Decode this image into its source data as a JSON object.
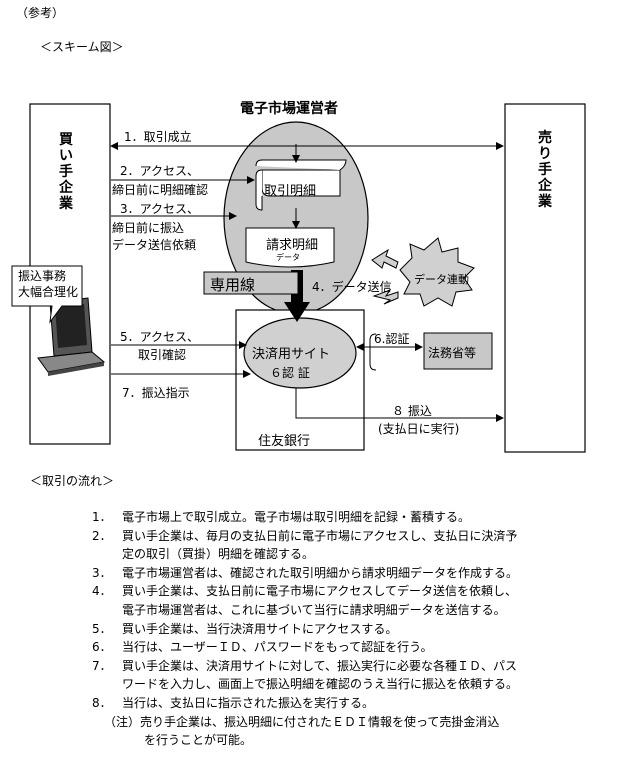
{
  "header": {
    "ref_label": "（参考）",
    "scheme_heading": "＜スキーム図＞",
    "flow_heading": "＜取引の流れ＞"
  },
  "diagram": {
    "operator_label": "電子市場運営者",
    "buyer_label": "買い手企業",
    "seller_label": "売り手企業",
    "trade_detail": "取引明細",
    "invoice_detail": "請求明細",
    "invoice_sub": "データ",
    "dedicated_line": "専用線",
    "data_link": "データ連動",
    "settlement_site": "決済用サイト",
    "auth_label": "６認 証",
    "bank_label": "住友銀行",
    "ministry_label": "法務省等",
    "callout_line1": "振込事務",
    "callout_line2": "大幅合理化",
    "arrows": {
      "a1": "1．取引成立",
      "a2_line1": "2．アクセス、",
      "a2_line2": "締日前に明細確認",
      "a3_line1": "3．アクセス、",
      "a3_line2": "締日前に振込",
      "a3_line3": "データ送信依頼",
      "a4": "4．データ送信",
      "a5_line1": "5．アクセス、",
      "a5_line2": "取引確認",
      "a6": "6.認証",
      "a7": "7．振込指示",
      "a8_line1": "８ 振込",
      "a8_line2": "(支払日に実行)"
    }
  },
  "flow": {
    "items": [
      {
        "num": "1．",
        "lines": [
          "電子市場上で取引成立。電子市場は取引明細を記録・蓄積する。"
        ]
      },
      {
        "num": "2．",
        "lines": [
          "買い手企業は、毎月の支払日前に電子市場にアクセスし、支払日に決済予",
          "定の取引（買掛）明細を確認する。"
        ]
      },
      {
        "num": "3．",
        "lines": [
          "電子市場運営者は、確認された取引明細から請求明細データを作成する。"
        ]
      },
      {
        "num": "4．",
        "lines": [
          "買い手企業は、支払日前に電子市場にアクセスしてデータ送信を依頼し、",
          "電子市場運営者は、これに基づいて当行に請求明細データを送信する。"
        ]
      },
      {
        "num": "5．",
        "lines": [
          "買い手企業は、当行決済用サイトにアクセスする。"
        ]
      },
      {
        "num": "6．",
        "lines": [
          "当行は、ユーザーＩＤ、パスワードをもって認証を行う。"
        ]
      },
      {
        "num": "7．",
        "lines": [
          "買い手企業は、決済用サイトに対して、振込実行に必要な各種ＩＤ、パス",
          "ワードを入力し、画面上で振込明細を確認のうえ当行に振込を依頼する。"
        ]
      },
      {
        "num": "8．",
        "lines": [
          "当行は、支払日に指示された振込を実行する。"
        ]
      }
    ],
    "note_line1": "（注）売り手企業は、振込明細に付されたＥＤＩ情報を使って売掛金消込",
    "note_line2": "を行うことが可能。"
  }
}
